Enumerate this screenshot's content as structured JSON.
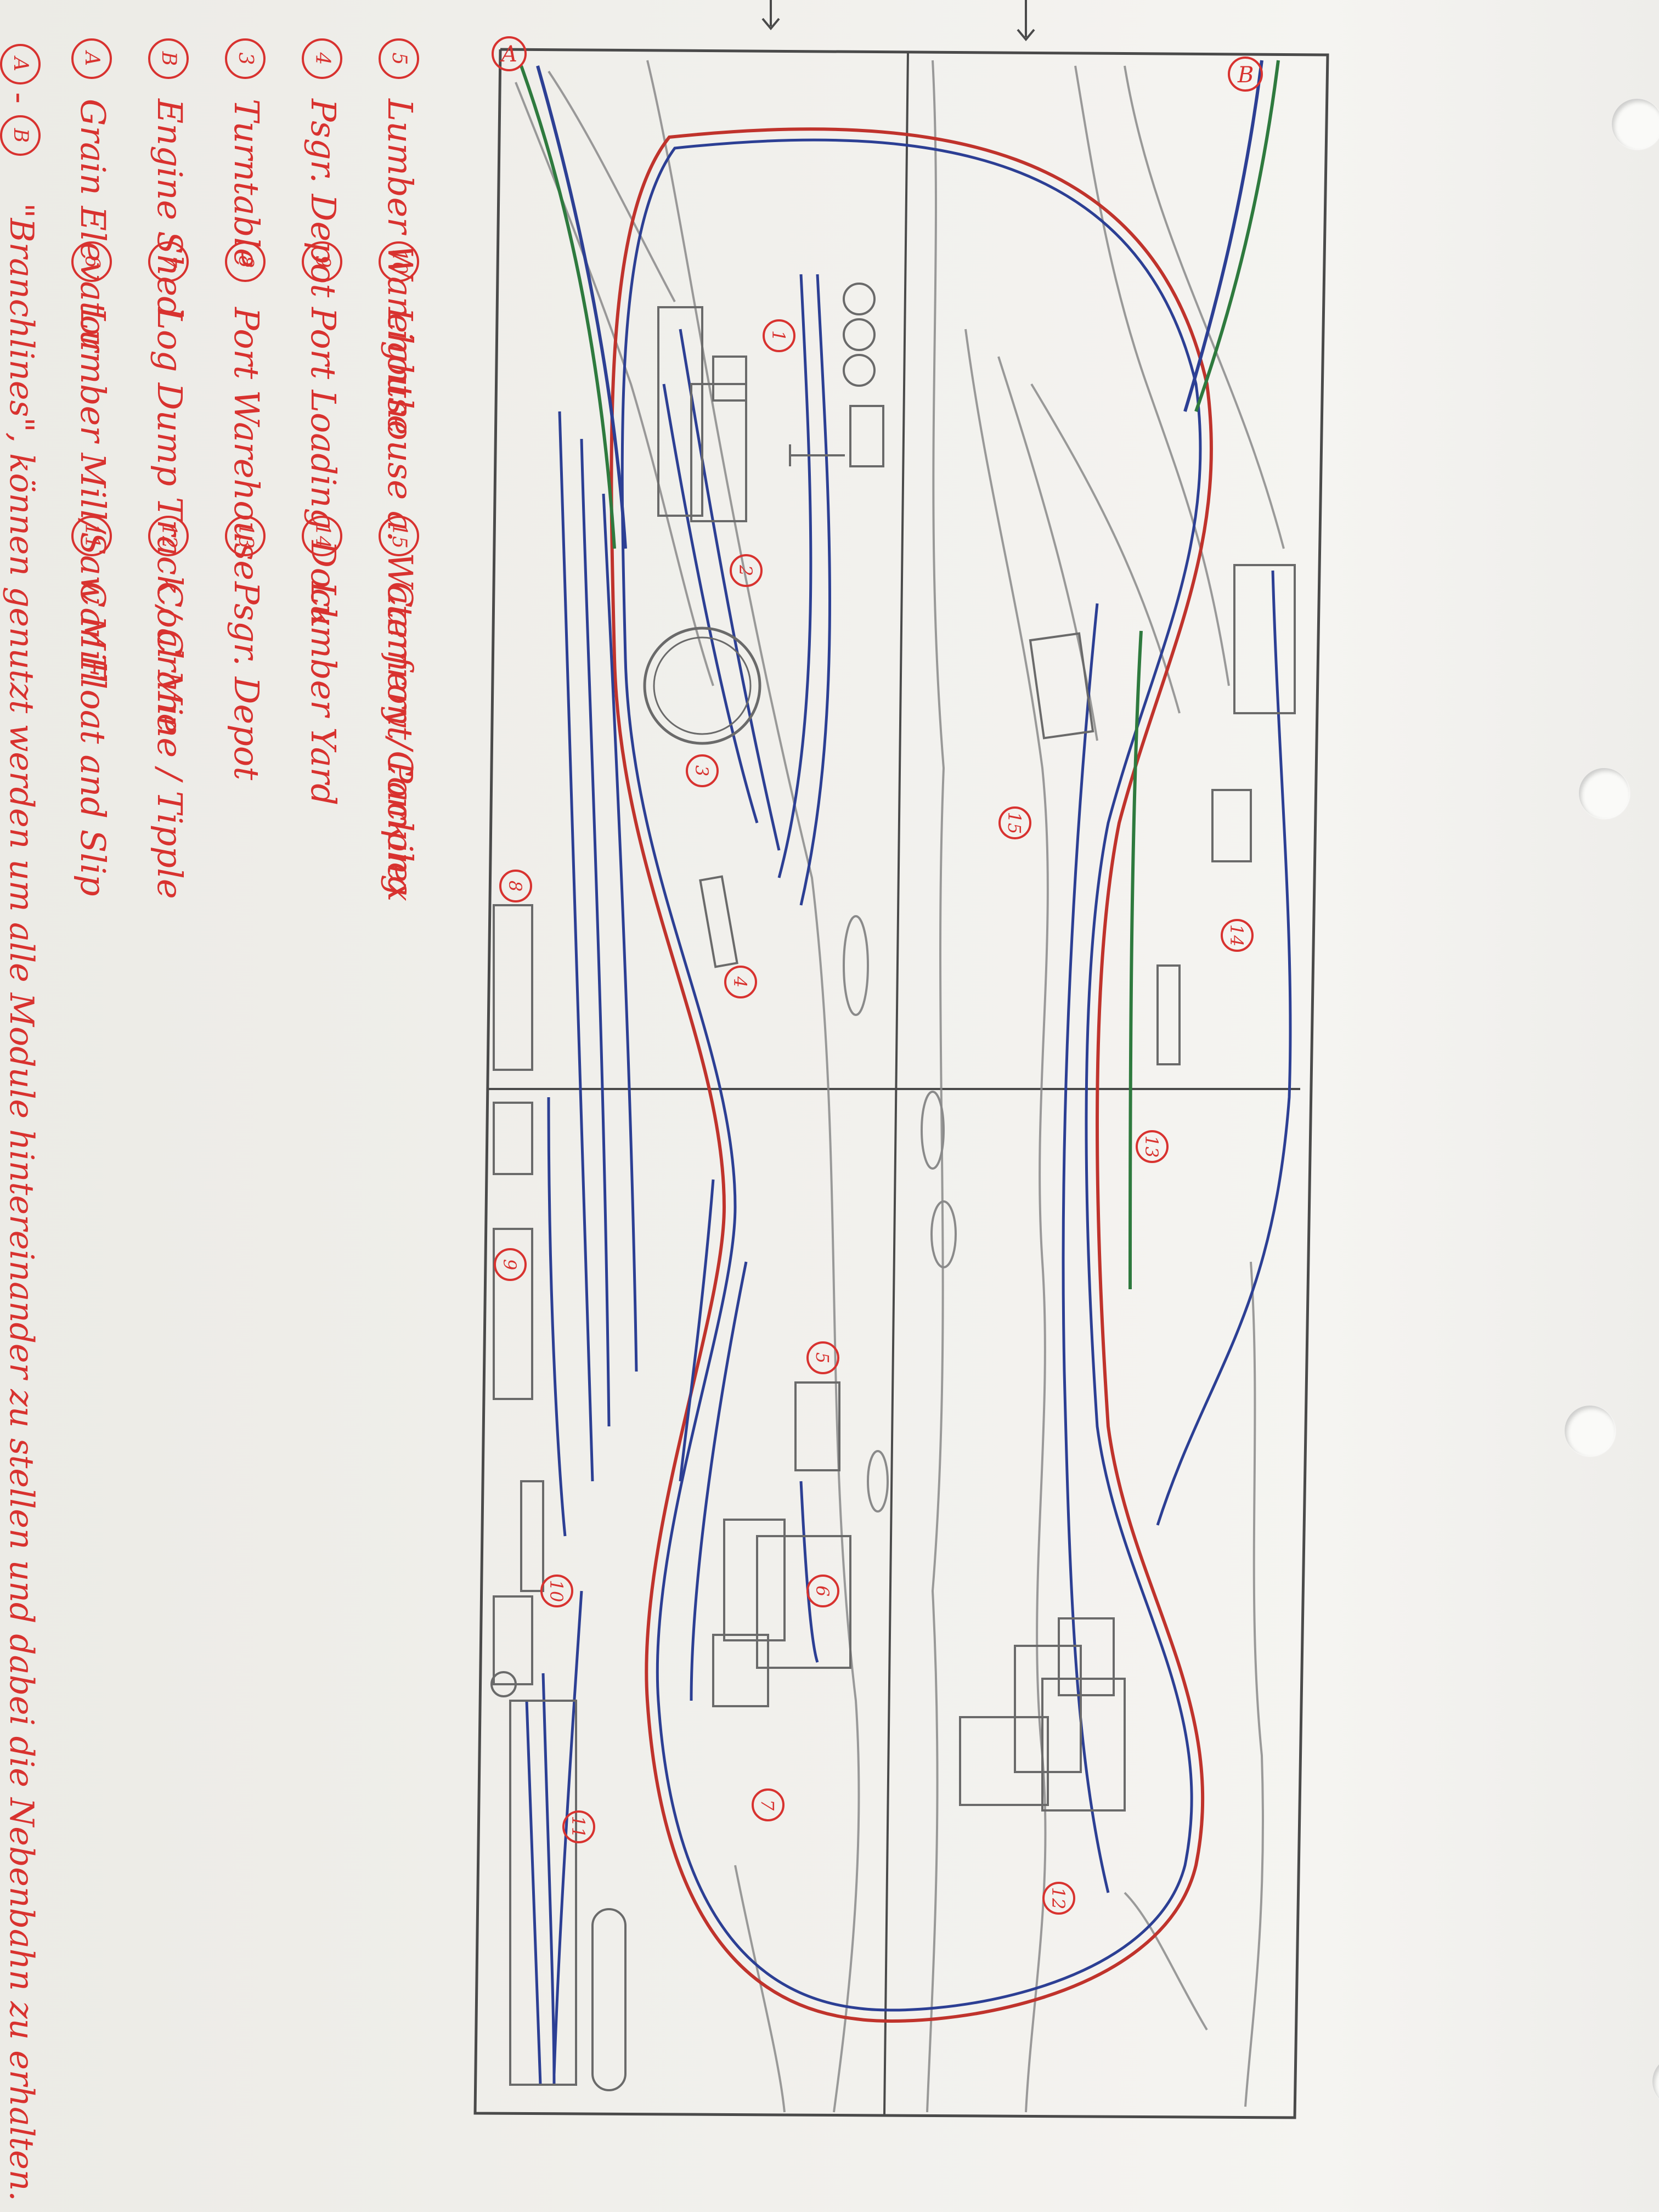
{
  "legend": {
    "header_from": "A",
    "header_to": "B",
    "header_dash": "-",
    "header_text": "\"Branchlines\", können genutzt werden um alle Module hintereinander zu stellen und dabei die Nebenbahn zu erhalten.",
    "items": [
      {
        "num": "A",
        "label": "Grain Elevator"
      },
      {
        "num": "B",
        "label": "Engine Shed"
      },
      {
        "num": "3",
        "label": "Turntable"
      },
      {
        "num": "4",
        "label": "Psgr. Depot"
      },
      {
        "num": "5",
        "label": "Lumber Warehouse"
      },
      {
        "num": "6",
        "label": "Lumber Mill/Saw Mill"
      },
      {
        "num": "7",
        "label": "Log Dump Track / Crane"
      },
      {
        "num": "8",
        "label": "Port Warehouse"
      },
      {
        "num": "9",
        "label": "Port Loading Dock"
      },
      {
        "num": "10",
        "label": "Lighthouse a. Waterfront Complex"
      },
      {
        "num": "11",
        "label": "Car Float and Slip"
      },
      {
        "num": "12",
        "label": "Coal Mine / Tipple"
      },
      {
        "num": "13",
        "label": "Psgr. Depot"
      },
      {
        "num": "14",
        "label": "Lumber Yard"
      },
      {
        "num": "15",
        "label": "Cannery / Packing"
      }
    ]
  },
  "plan": {
    "corner_a": "A",
    "corner_b": "B",
    "markers": [
      "1",
      "2",
      "3",
      "4",
      "5",
      "6",
      "7",
      "8",
      "9",
      "10",
      "11",
      "12",
      "13",
      "14",
      "15"
    ]
  },
  "colors": {
    "ink_red": "#d8322f",
    "track_blue": "#2c3f94",
    "track_red": "#c0332c",
    "track_green": "#2e7a3e",
    "pencil": "#6f6f6f"
  }
}
